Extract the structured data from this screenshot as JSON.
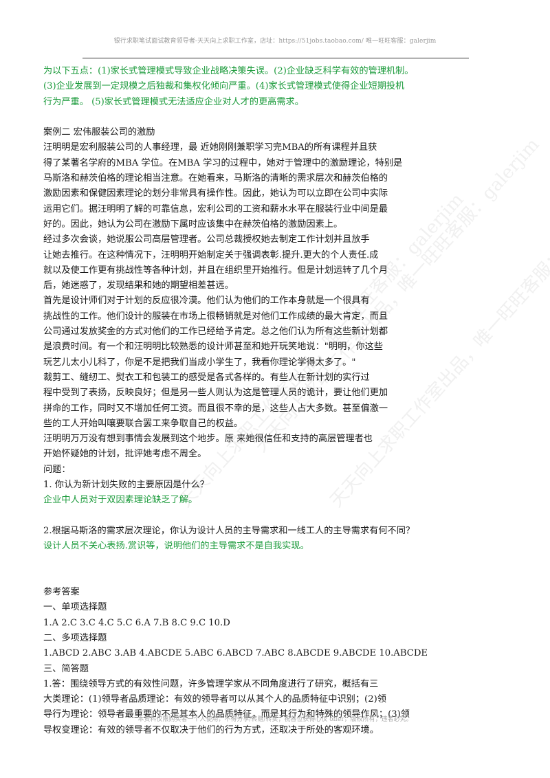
{
  "header": {
    "text": "银行求职笔试面试教育领导者-天天向上求职工作室，店址：https://51jobs.taobao.com/ 唯一旺旺客服：galerjim"
  },
  "body_lines": [
    {
      "text": "为以下五点：(1)家长式管理模式导致企业战略决策失误。(2)企业缺乏科学有效的管理机制。",
      "color": "green"
    },
    {
      "text": "(3)企业发展到一定规模之后独裁和集权化倾向严重。(4)家长式管理模式使得企业短期投机",
      "color": "green"
    },
    {
      "text": "行为严重。 (5)家长式管理模式无法适应企业对人才的更高需求。",
      "color": "green"
    },
    {
      "text": "",
      "color": "black"
    },
    {
      "text": "案例二 宏伟服装公司的激励",
      "color": "black"
    },
    {
      "text": "汪明明是宏利服装公司的人事经理，最 近她刚刚兼职学习完MBA的所有课程并且获",
      "color": "black"
    },
    {
      "text": "得了某著名学府的MBA 学位。在MBA 学习的过程中，她对于管理中的激励理论，特别是",
      "color": "black"
    },
    {
      "text": "马斯洛和赫茨伯格的理论相当注意。在她看来，马斯洛的清晰的需求层次和赫茨伯格的",
      "color": "black"
    },
    {
      "text": "激励因素和保健因素理论的划分非常具有操作性。因此，她认为可以立即在公司中实际",
      "color": "black"
    },
    {
      "text": "运用它们。据汪明明了解的可靠信息，宏利公司的工资和薪水水平在服装行业中间是最",
      "color": "black"
    },
    {
      "text": "好的。因此，她认为公司在激励下属时应该集中在赫茨伯格的激励因素上。",
      "color": "black"
    },
    {
      "text": "经过多次会谈，她说服公司高层管理者。公司总裁授权她去制定工作计划并且放手",
      "color": "black"
    },
    {
      "text": "让她去推行。在这种情况下，汪明明开始制定关于强调表彰.提升.更大的个人责任.成",
      "color": "black"
    },
    {
      "text": "就以及使工作更有挑战性等各种计划，并且在组织里开始推行。但是计划运转了几个月",
      "color": "black"
    },
    {
      "text": "后，她迷惑了，发现结果和她的期望相差甚远。",
      "color": "black"
    },
    {
      "text": "首先是设计师们对于计划的反应很冷漠。他们认为他们的工作本身就是一个很具有",
      "color": "black"
    },
    {
      "text": "挑战性的工作。他们设计的服装在市场上很畅销就是对他们工作成绩的最大肯定，而且",
      "color": "black"
    },
    {
      "text": "公司通过发放奖金的方式对他们的工作已经给予肯定。总之他们认为所有这些新计划都",
      "color": "black"
    },
    {
      "text": "是浪费时间。有一个和汪明明比较熟悉的设计师甚至和她开玩笑地说：\"明明，你这些",
      "color": "black"
    },
    {
      "text": "玩艺儿太小儿科了，你是不是把我们当成小学生了，我看你理论学得太多了。\"",
      "color": "black"
    },
    {
      "text": "裁剪工、缝纫工、熨衣工和包装工的感受是各式各样的。有些人在新计划的实行过",
      "color": "black"
    },
    {
      "text": "程中受到了表扬，反映良好；但是另一些人则认为这是管理人员的诡计，要让他们更加",
      "color": "black"
    },
    {
      "text": "拼命的工作，同时又不增加任何工资。而且很不幸的是，这些人占大多数。甚至偏激一",
      "color": "black"
    },
    {
      "text": "些的工人开始叫嚷要联合罢工来争取自己的权益。",
      "color": "black"
    },
    {
      "text": "汪明明万万没有想到事情会发展到这个地步。原 来她很信任和支持的高层管理者也",
      "color": "black"
    },
    {
      "text": "开始怀疑她的计划，批评她考虑不周全。",
      "color": "black"
    },
    {
      "text": "问题：",
      "color": "black"
    },
    {
      "text": "1. 你认为新计划失败的主要原因是什么？",
      "color": "black"
    },
    {
      "text": "企业中人员对于双因素理论缺乏了解。",
      "color": "green"
    },
    {
      "text": "",
      "color": "black"
    },
    {
      "text": "2.根据马斯洛的需求层次理论，你认为设计人员的主导需求和一线工人的主导需求有何不同？",
      "color": "black"
    },
    {
      "text": "设计人员不关心表扬.赏识等，说明他们的主导需求不是自我实现。",
      "color": "green"
    },
    {
      "text": "",
      "color": "black"
    },
    {
      "text": "",
      "color": "black"
    },
    {
      "text": "参考答案",
      "color": "black"
    },
    {
      "text": "一、单项选择题",
      "color": "black"
    },
    {
      "text": "1.A 2.C 3.C 4.C 5.C 6.A 7.B 8.C 9.C 10.D",
      "color": "black"
    },
    {
      "text": "二、多项选择题",
      "color": "black"
    },
    {
      "text": "1.ABCD 2.ABC 3.AB 4.ABCDE 5.ABC 6.ABCD 7.ABC 8.ABCDE 9.ABCDE 10.ABCDE",
      "color": "black"
    },
    {
      "text": "三、简答题",
      "color": "black"
    },
    {
      "text": "1.答：围绕领导方式的有效性问题，许多管理学家从不同角度进行了研究，概括有三",
      "color": "black"
    },
    {
      "text": "大类理论：(1)领导者品质理论：有效的领导者可以从其个人的品质特征中识别；(2)领",
      "color": "black"
    },
    {
      "text": "导行为理论：领导者最重要的不是其本人的品质特征，而是其行为和特殊的领导作风；(3)领",
      "color": "black"
    },
    {
      "text": "导权变理论：有效的领导者不仅取决于他们的行为方式，还取决于所处的客观环境。",
      "color": "black"
    }
  ],
  "footer": {
    "text": "本资料仅限购买者一个人使用，不得分享/转赠/转卖；祝各位获得心仪 offer，版权所有，违者必究。"
  },
  "watermark": {
    "lines": [
      "天天向上求职工作室出品，唯一旺旺客服：galerjim",
      "天天向上求职工作室出品，唯一旺旺客服：galerjim",
      "天天向上求职工作室出品，唯一旺旺客服：galerjim"
    ]
  },
  "colors": {
    "answer_green": "#1a9a3a",
    "text": "#1a1a1a",
    "header_gray": "#9a9a9a"
  }
}
